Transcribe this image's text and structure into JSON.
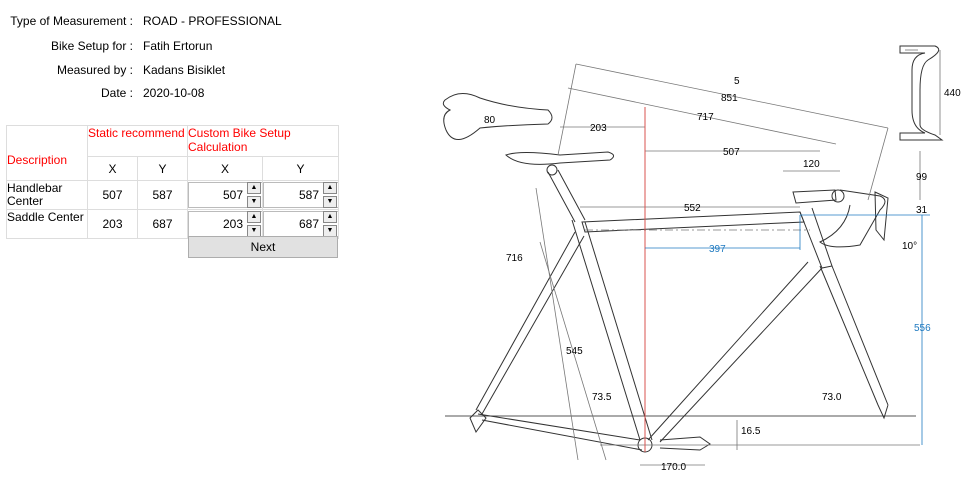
{
  "info": [
    {
      "label": "Type of Measurement :",
      "value": "ROAD  - PROFESSIONAL"
    },
    {
      "label": "Bike Setup for :",
      "value": "Fatih Ertorun"
    },
    {
      "label": "Measured by :",
      "value": "Kadans Bisiklet"
    },
    {
      "label": "Date :",
      "value": "2020-10-08"
    }
  ],
  "table": {
    "description": "Description",
    "static": "Static recommend",
    "custom": "Custom Bike Setup Calculation",
    "x": "X",
    "y": "Y",
    "rows": [
      {
        "label": "Handlebar Center",
        "sx": "507",
        "sy": "587",
        "cx": "507",
        "cy": "587"
      },
      {
        "label": "Saddle Center",
        "sx": "203",
        "sy": "687",
        "cx": "203",
        "cy": "687"
      }
    ]
  },
  "next_label": "Next",
  "diagram": {
    "d5": "5",
    "d851": "851",
    "d717": "717",
    "d203": "203",
    "d507": "507",
    "d120": "120",
    "d99": "99",
    "d31": "31",
    "d552": "552",
    "d397": "397",
    "d10": "10°",
    "d556": "556",
    "d716": "716",
    "d545": "545",
    "d735": "73.5",
    "d730": "73.0",
    "d165": "16.5",
    "d170": "170.0",
    "d80": "80",
    "d440": "440"
  },
  "colors": {
    "red": "#ff0000",
    "blue": "#1f7ac0",
    "guide": "#d9534f"
  }
}
